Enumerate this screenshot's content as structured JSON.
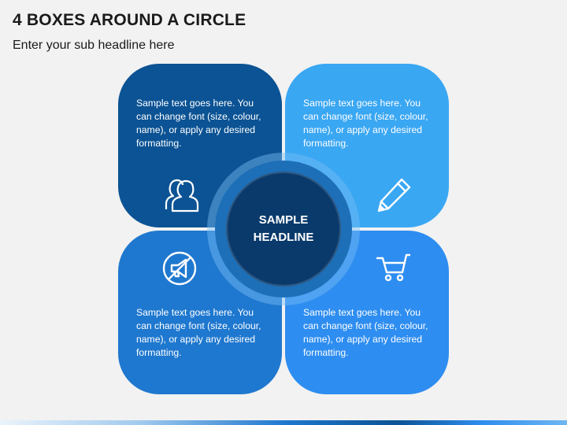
{
  "header": {
    "title": "4 BOXES AROUND A CIRCLE",
    "subtitle": "Enter your sub headline here"
  },
  "center": {
    "line1": "SAMPLE",
    "line2": "HEADLINE"
  },
  "boxes": [
    {
      "position": "top-left",
      "text": "Sample text goes here. You can change font (size, colour, name), or apply any desired formatting.",
      "icon": "people-icon",
      "color": "#0b5394"
    },
    {
      "position": "top-right",
      "text": "Sample text goes here. You can change font (size, colour, name), or apply any desired formatting.",
      "icon": "pencil-icon",
      "color": "#3aa7f3"
    },
    {
      "position": "bottom-left",
      "text": "Sample text goes here. You can change font (size, colour, name), or apply any desired formatting.",
      "icon": "no-marketing-icon",
      "color": "#1f78cf"
    },
    {
      "position": "bottom-right",
      "text": "Sample text goes here. You can change font (size, colour, name), or apply any desired formatting.",
      "icon": "shopping-cart-icon",
      "color": "#2e8df0"
    }
  ],
  "colors": {
    "hub": "#0a3a6b",
    "background": "#f2f2f2"
  }
}
